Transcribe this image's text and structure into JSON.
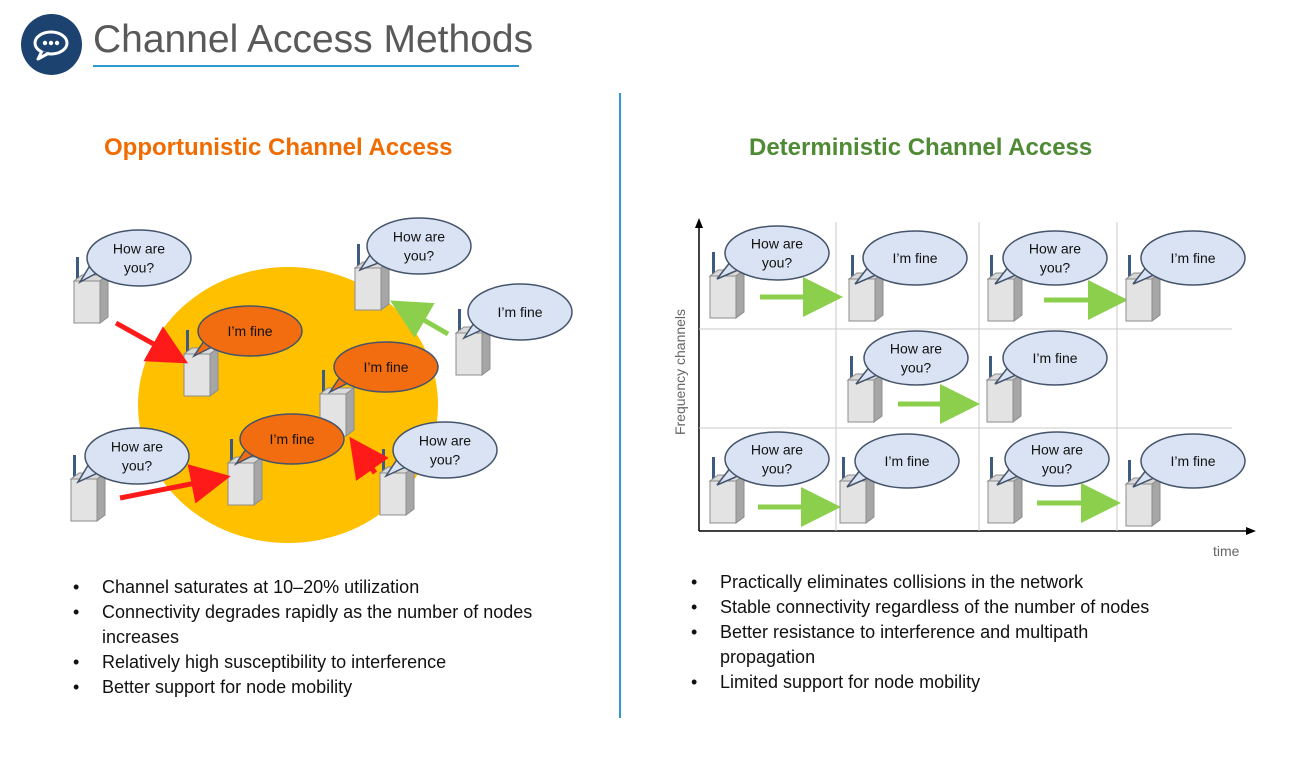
{
  "header": {
    "title": "Channel Access Methods",
    "logo_icon": "chat-bubble-icon",
    "accent_color": "#2e9ad0",
    "logo_color": "#1c4370"
  },
  "left": {
    "heading": "Opportunistic Channel Access",
    "heading_color": "#f06c00",
    "bubbles": [
      {
        "id": "q1",
        "lines": [
          "How are",
          "you?"
        ]
      },
      {
        "id": "q2",
        "lines": [
          "How are",
          "you?"
        ]
      },
      {
        "id": "q3",
        "lines": [
          "How are",
          "you?"
        ]
      },
      {
        "id": "q4",
        "lines": [
          "How are",
          "you?"
        ]
      },
      {
        "id": "f1",
        "lines": [
          "I’m fine"
        ]
      },
      {
        "id": "f2",
        "lines": [
          "I’m fine"
        ]
      },
      {
        "id": "f3",
        "lines": [
          "I’m fine"
        ]
      },
      {
        "id": "f4",
        "lines": [
          "I’m fine"
        ]
      }
    ],
    "bullets": [
      "Channel saturates at 10–20% utilization",
      "Connectivity degrades rapidly as the number of nodes increases",
      "Relatively high susceptibility to interference",
      "Better support for node mobility"
    ]
  },
  "right": {
    "heading": "Deterministic Channel Access",
    "heading_color": "#4f8a35",
    "y_axis_label": "Frequency channels",
    "x_axis_label": "time",
    "cells": [
      {
        "lines": [
          "How are",
          "you?"
        ]
      },
      {
        "lines": [
          "I’m fine"
        ]
      },
      {
        "lines": [
          "How are",
          "you?"
        ]
      },
      {
        "lines": [
          "I’m fine"
        ]
      },
      {
        "lines": [
          "How are",
          "you?"
        ]
      },
      {
        "lines": [
          "I’m fine"
        ]
      },
      {
        "lines": [
          "How are",
          "you?"
        ]
      },
      {
        "lines": [
          "I’m fine"
        ]
      },
      {
        "lines": [
          "How are",
          "you?"
        ]
      },
      {
        "lines": [
          "I’m fine"
        ]
      }
    ],
    "bullets": [
      "Practically eliminates collisions in the network",
      "Stable connectivity regardless of the number of nodes",
      "Better resistance to interference and multipath propagation",
      "Limited support for node mobility"
    ]
  }
}
